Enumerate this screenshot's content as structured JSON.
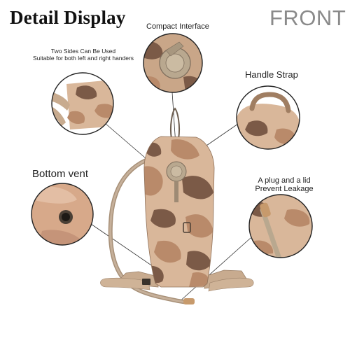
{
  "title": "Detail Display",
  "view_label": "FRONT",
  "callouts": {
    "compact_interface": "Compact Interface",
    "two_sides_line1": "Two Sides Can Be Used",
    "two_sides_line2": "Suitable for both left and right handers",
    "handle_strap": "Handle Strap",
    "bottom_vent": "Bottom vent",
    "plug_line1": "A plug and a lid",
    "plug_line2": "Prevent Leakage"
  },
  "colors": {
    "camo_base": "#d9b79a",
    "camo_mid": "#b98a6a",
    "camo_dark": "#7b5a47",
    "webbing": "#c8ab8f",
    "text": "#222222",
    "front_text": "#8a8a8a"
  }
}
